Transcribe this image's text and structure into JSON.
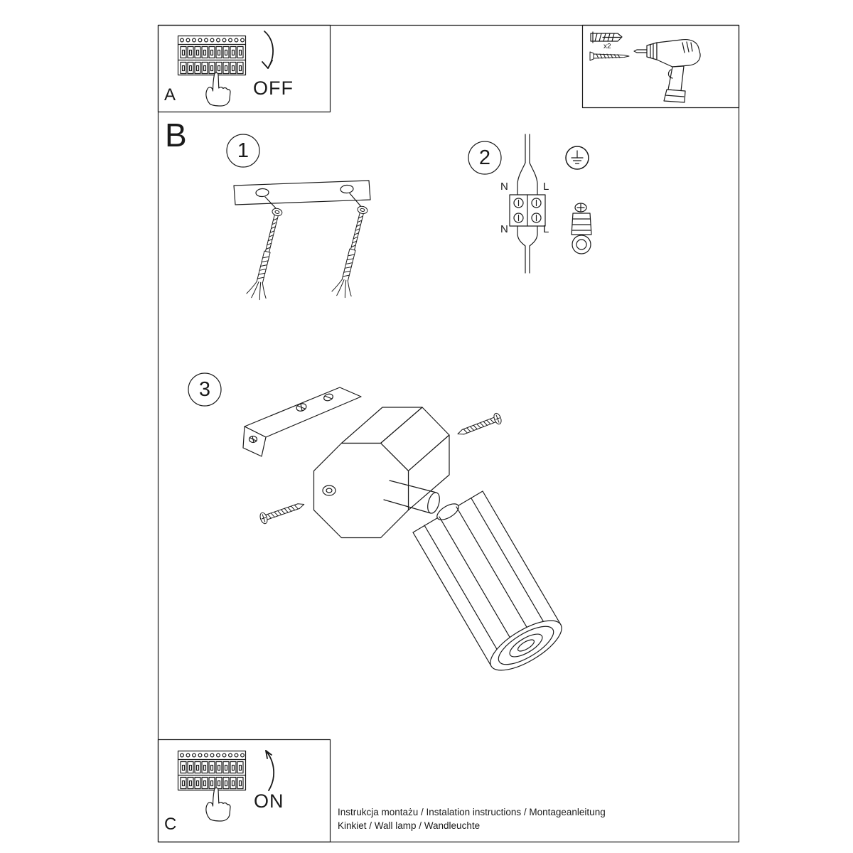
{
  "labels": {
    "a": "A",
    "b": "B",
    "c": "C",
    "off": "OFF",
    "on": "ON"
  },
  "steps": {
    "s1": "1",
    "s2": "2",
    "s3": "3"
  },
  "wiring": {
    "n_top": "N",
    "l_top": "L",
    "n_bottom": "N",
    "l_bottom": "L"
  },
  "tools": {
    "anchor_count": "x2"
  },
  "footer": {
    "line1": "Instrukcja montażu / Instalation instructions / Montageanleitung",
    "line2": "Kinkiet  / Wall lamp / Wandleuchte"
  }
}
